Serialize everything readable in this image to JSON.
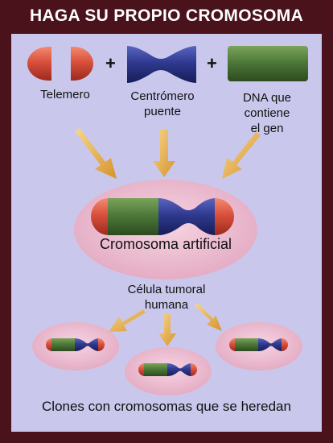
{
  "title": "HAGA SU PROPIO CROMOSOMA",
  "components": [
    {
      "label": "Telemero"
    },
    {
      "label": "Centrómero\npuente"
    },
    {
      "label": "DNA que\ncontiene\nel gen"
    }
  ],
  "plus_symbol": "+",
  "main_label": "Cromosoma artificial",
  "cell_label": "Célula tumoral\nhumana",
  "footer": "Clones con cromosomas que se heredan",
  "colors": {
    "telomere": "#d9503d",
    "centromere": "#2f3a8f",
    "dna": "#4e7a3a",
    "arrow": "#e8b04a",
    "cell": "#eec3d6"
  }
}
